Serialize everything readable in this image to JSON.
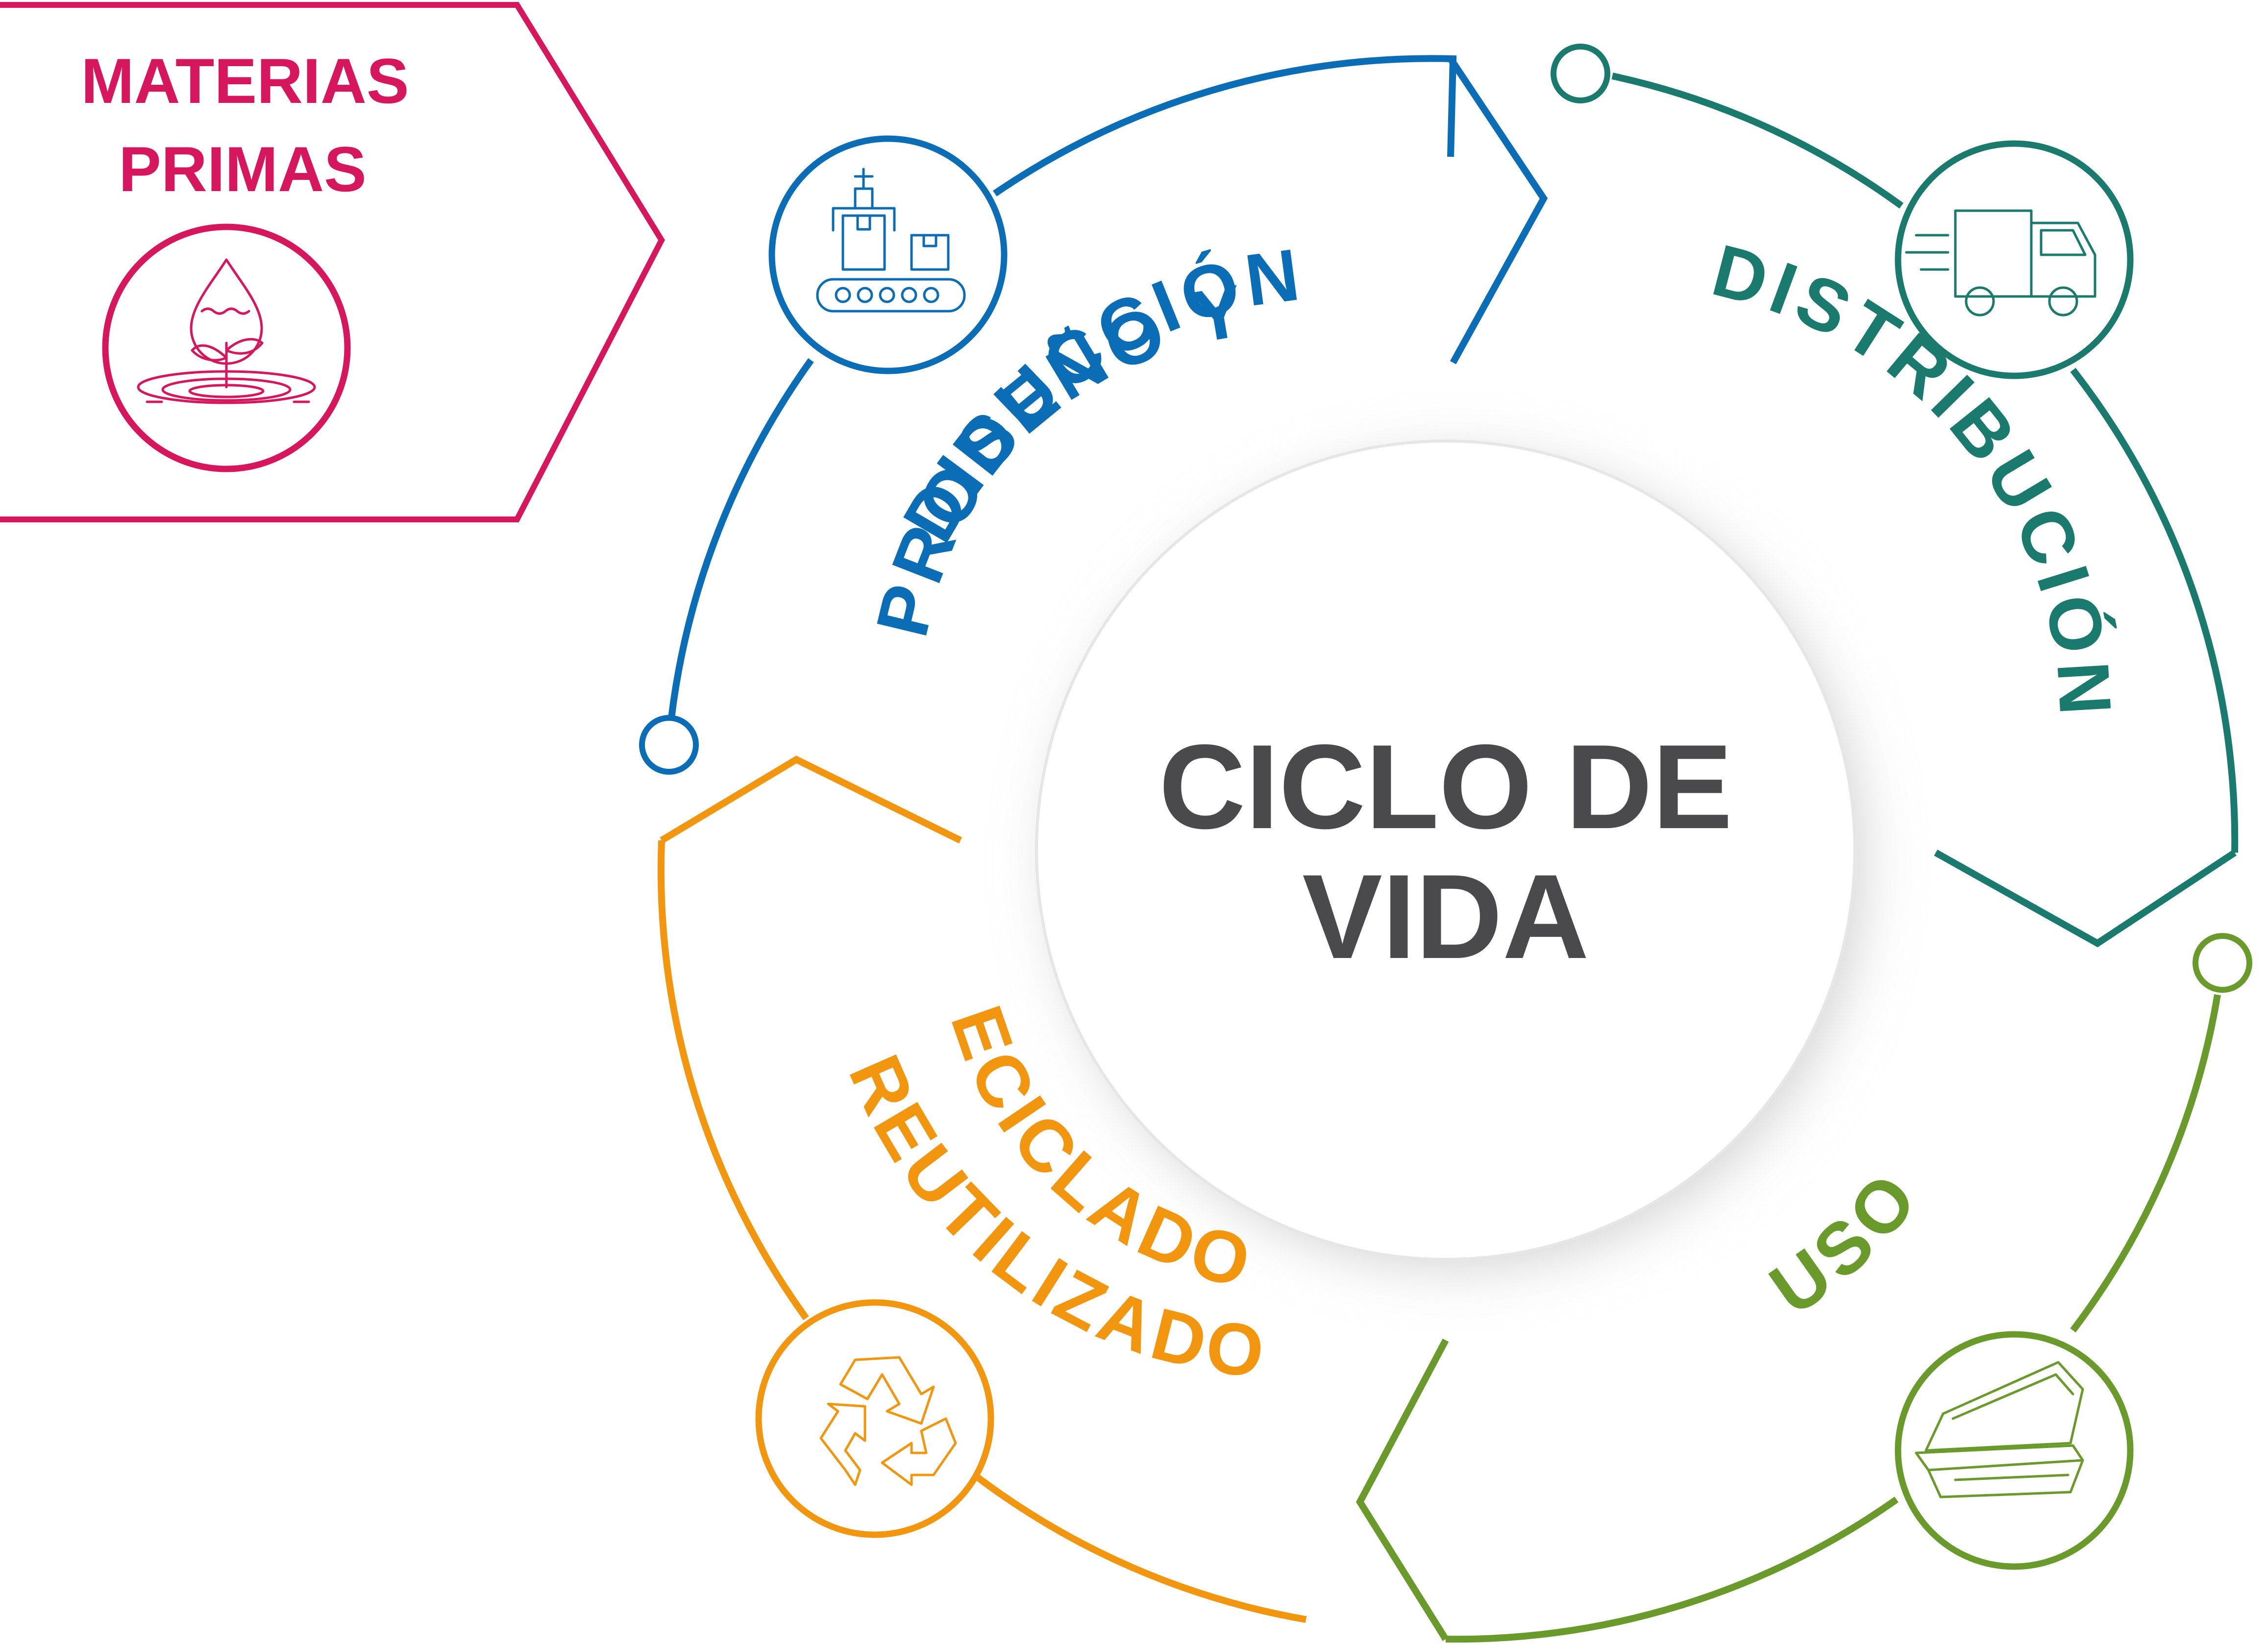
{
  "center": {
    "line1": "CICLO DE",
    "line2": "VIDA"
  },
  "materias": {
    "line1": "MATERIAS",
    "line2": "PRIMAS",
    "icon": "water-drop-sprout-icon"
  },
  "stages": {
    "diseno": {
      "line1": "DISEÑO Y",
      "line2": "PRODUCCIÓN",
      "icon": "conveyor-factory-icon"
    },
    "distribucion": {
      "label": "DISTRIBUCIÓN",
      "icon": "delivery-truck-icon"
    },
    "uso": {
      "label": "USO",
      "icon": "food-container-icon"
    },
    "reciclado": {
      "line1": "RECICLADO O",
      "line2": "REUTILIZADO",
      "icon": "recycle-icon"
    }
  },
  "colors": {
    "materias": "#d6175d",
    "diseno": "#0b6db5",
    "distribucion": "#1b7a6e",
    "uso": "#6a9a2b",
    "reciclado": "#f2960f",
    "center_text": "#4a4a4c"
  }
}
